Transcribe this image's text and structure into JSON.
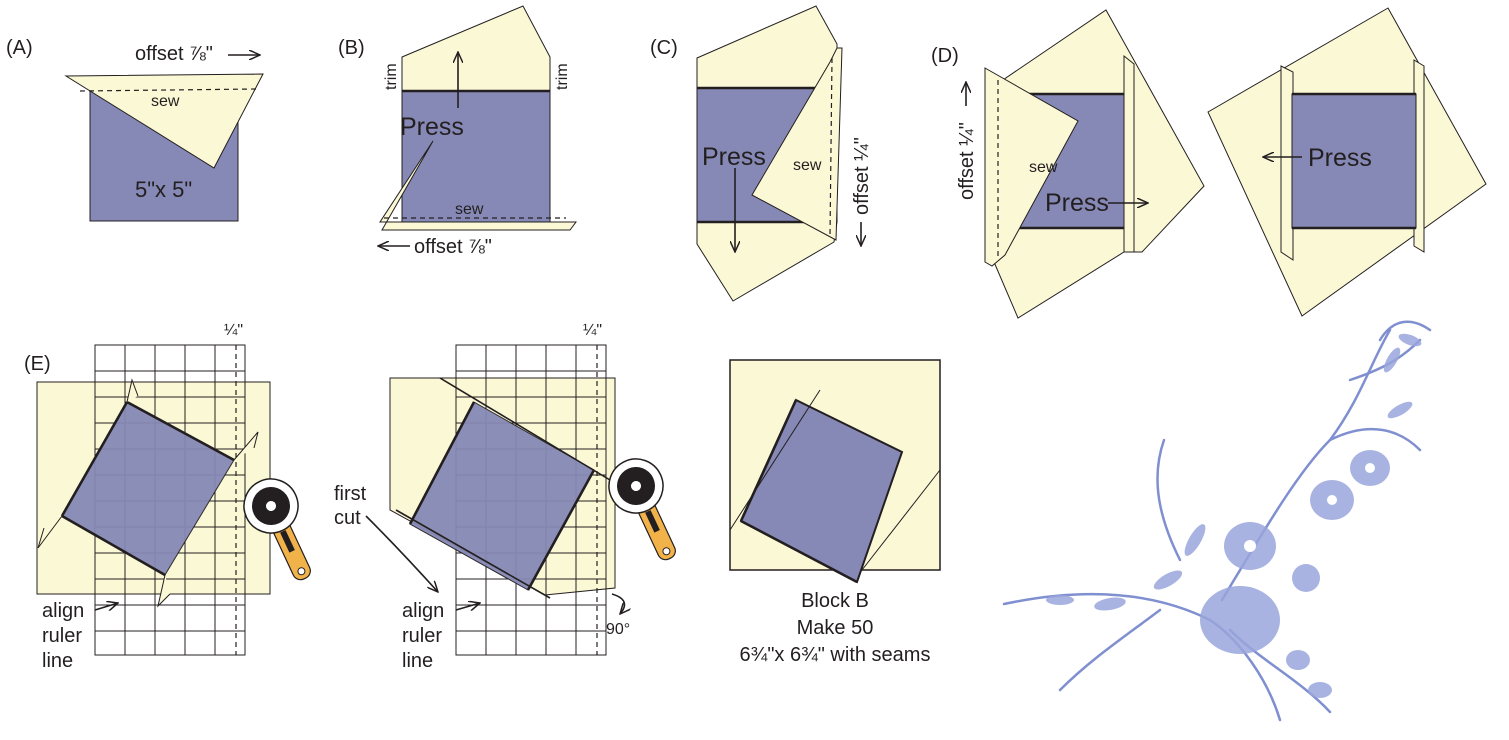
{
  "labels": {
    "A": "(A)",
    "B": "(B)",
    "C": "(C)",
    "D": "(D)",
    "E": "(E)"
  },
  "text": {
    "offset_78": "offset ⅞\"",
    "sew": "sew",
    "square_size": "5\"x 5\"",
    "trim": "trim",
    "press": "Press",
    "offset_14": "offset ¼\"",
    "quarter": "¼\"",
    "first": "first",
    "cut": "cut",
    "align": "align",
    "ruler": "ruler",
    "line": "line",
    "ninety": "90°"
  },
  "caption": {
    "line1": "Block B",
    "line2": "Make 50",
    "line3": "6¾\"x 6¾\" with seams"
  },
  "colors": {
    "fabric_light": "#fbf8d6",
    "fabric_blue": "#8689b5",
    "cutter_handle": "#f2b24a",
    "floral": "#7f8fd0"
  },
  "icons": [
    "rotary-cutter-icon",
    "floral-ornament-icon"
  ]
}
